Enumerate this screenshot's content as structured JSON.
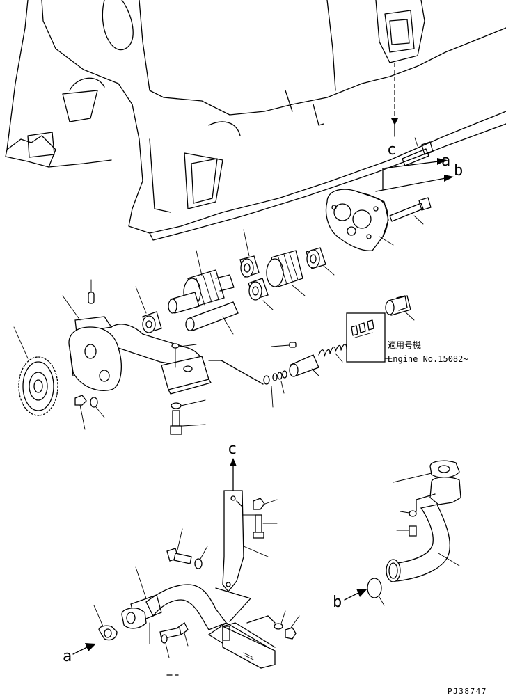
{
  "references": {
    "a": "a",
    "b": "b",
    "c": "c"
  },
  "applicability": {
    "jp": "適用号機",
    "engine": "Engine No.15082~"
  },
  "drawing_code": "PJ38747"
}
